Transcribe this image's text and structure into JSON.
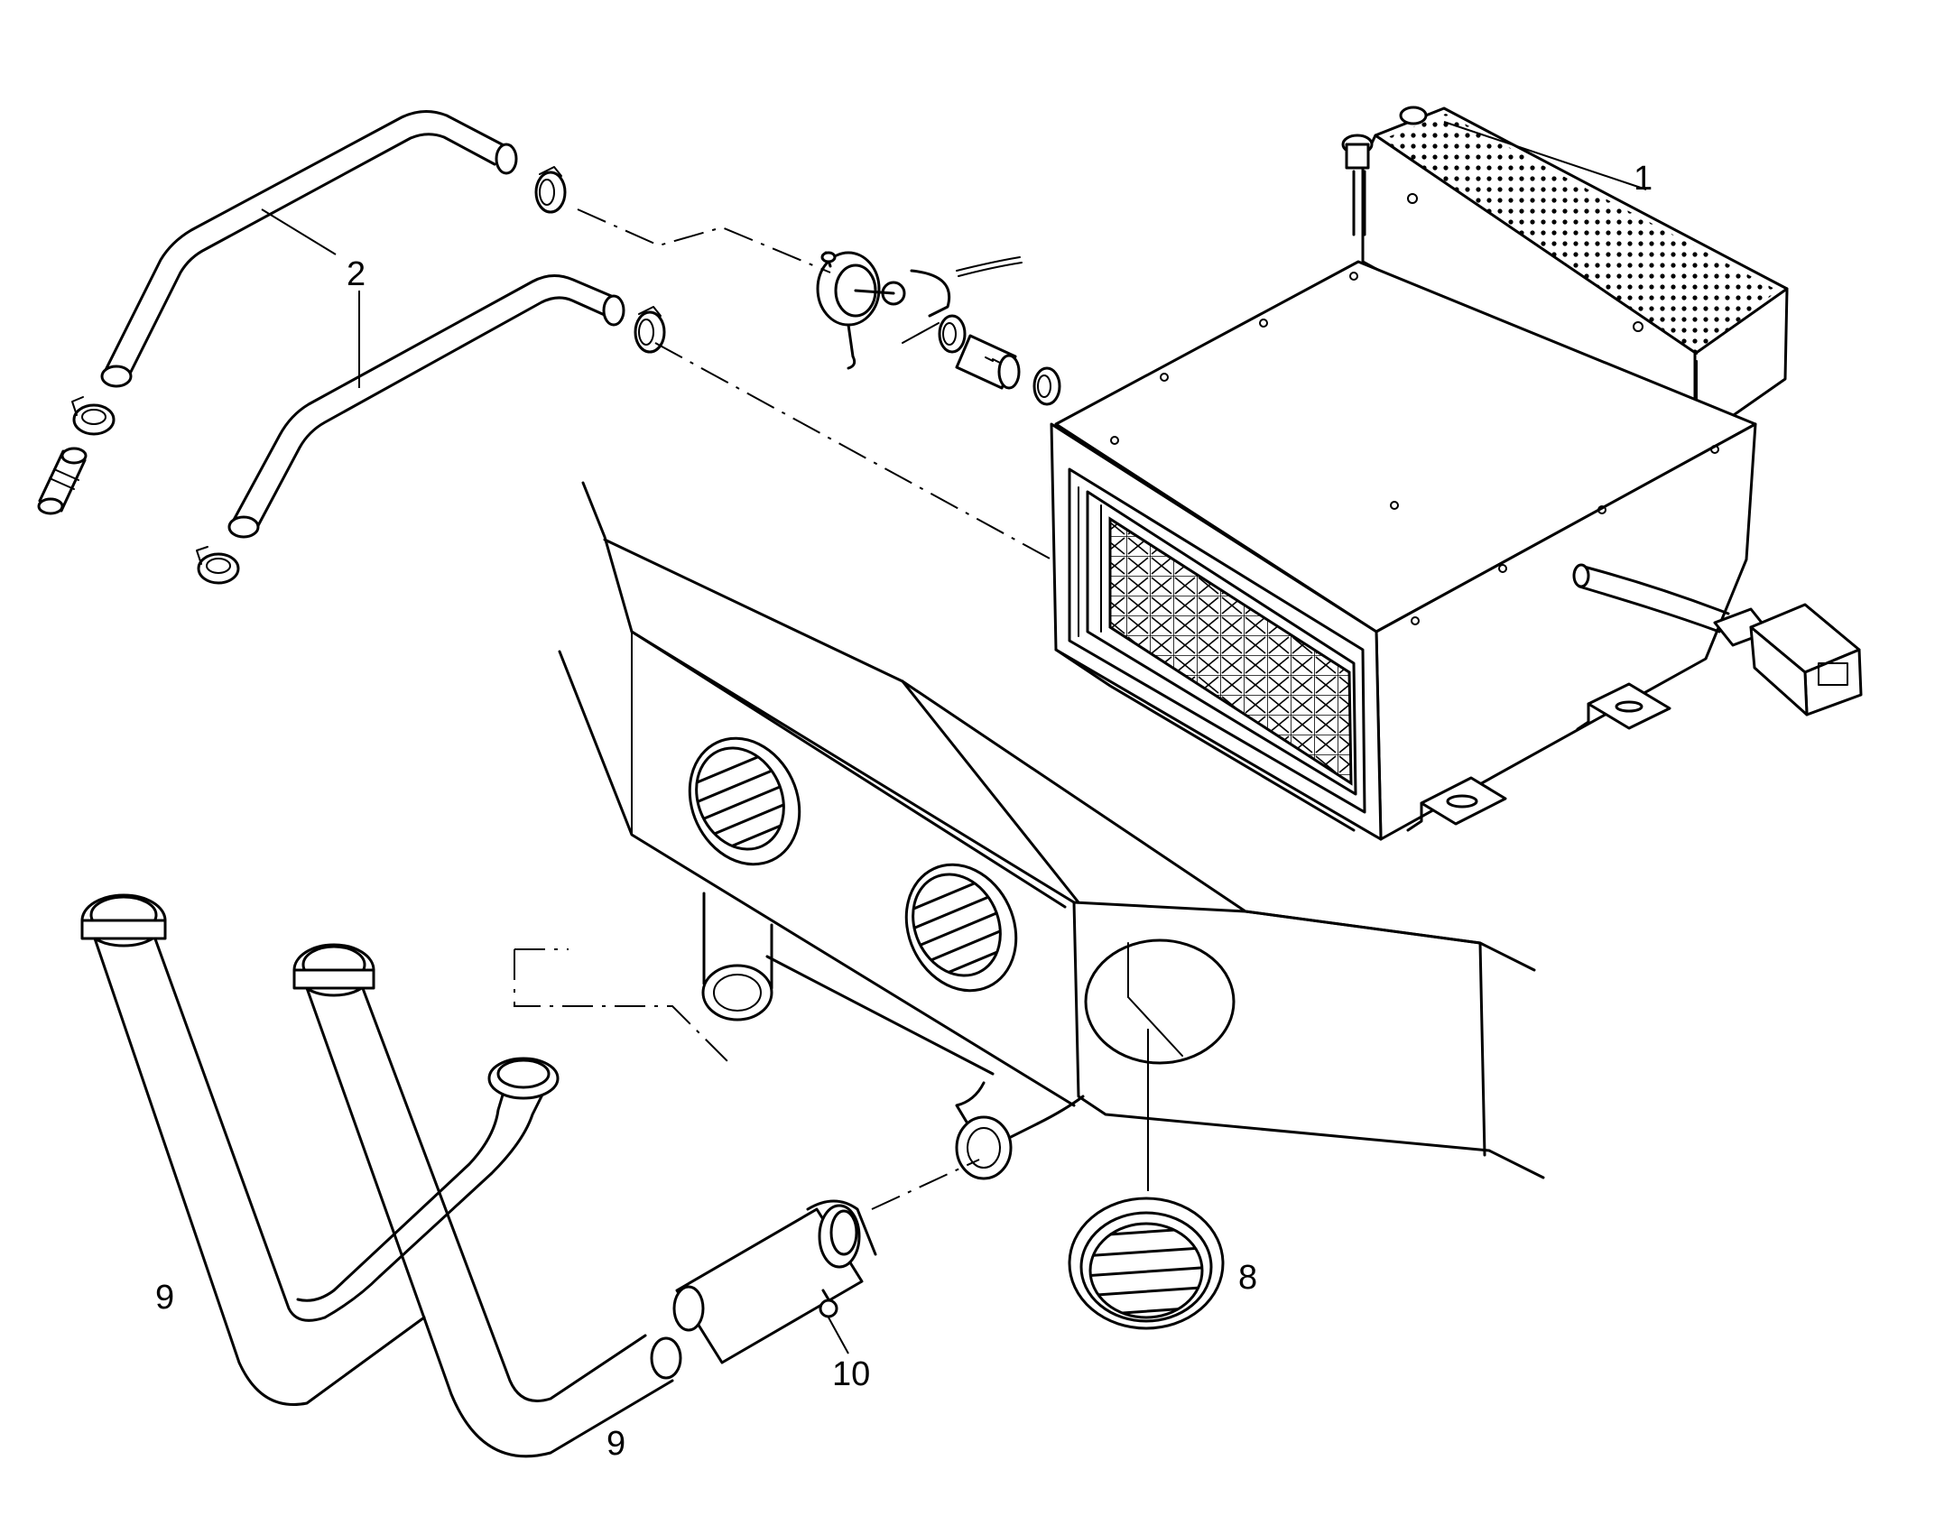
{
  "callouts": {
    "c1": "1",
    "c2": "2",
    "c8": "8",
    "c9a": "9",
    "c9b": "9",
    "c10": "10"
  },
  "colors": {
    "line": "#000000",
    "background": "#ffffff"
  }
}
